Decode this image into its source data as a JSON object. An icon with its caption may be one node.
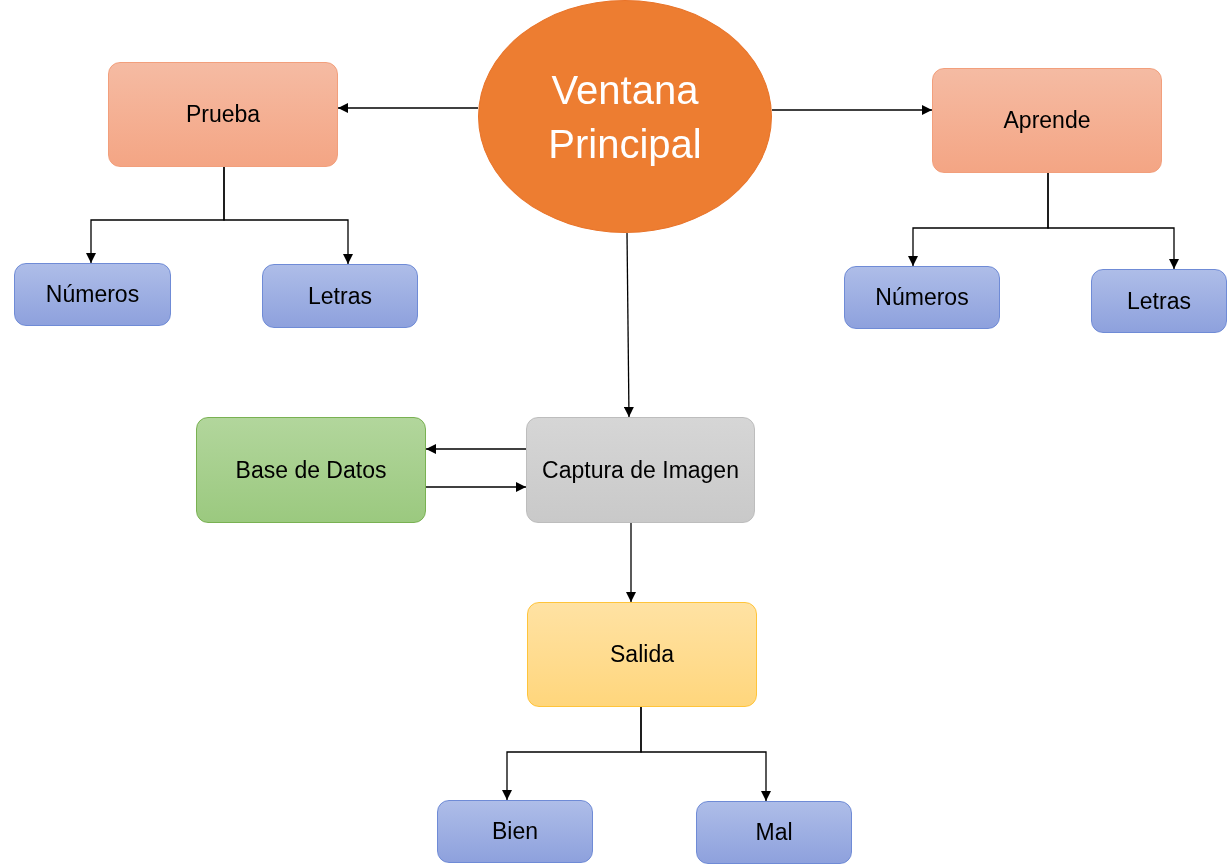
{
  "diagram": {
    "nodes": [
      {
        "text": [
          "Ventana Principal"
        ]
      },
      {
        "text": [
          "Prueba"
        ]
      },
      {
        "text": [
          "Aprende"
        ]
      },
      {
        "text": [
          "Números"
        ]
      },
      {
        "text": [
          "Letras"
        ]
      },
      {
        "text": [
          "Números"
        ]
      },
      {
        "text": [
          "Letras"
        ]
      },
      {
        "text": [
          "Base de Datos"
        ]
      },
      {
        "text": [
          "Captura de Imagen"
        ]
      },
      {
        "text": [
          "Salida"
        ]
      },
      {
        "text": [
          "Bien"
        ]
      },
      {
        "text": [
          "Mal"
        ]
      }
    ],
    "edges": [
      {
        "from": 0,
        "to": 1,
        "arrow": "to"
      },
      {
        "from": 0,
        "to": 2,
        "arrow": "to"
      },
      {
        "from": 0,
        "to": 8,
        "arrow": "to"
      },
      {
        "from": 1,
        "to": 3,
        "arrow": "to"
      },
      {
        "from": 1,
        "to": 4,
        "arrow": "to"
      },
      {
        "from": 2,
        "to": 5,
        "arrow": "to"
      },
      {
        "from": 2,
        "to": 6,
        "arrow": "to"
      },
      {
        "from": 8,
        "to": 7,
        "arrow": "to"
      },
      {
        "from": 7,
        "to": 8,
        "arrow": "to"
      },
      {
        "from": 8,
        "to": 9,
        "arrow": "to"
      },
      {
        "from": 9,
        "to": 10,
        "arrow": "to"
      },
      {
        "from": 9,
        "to": 11,
        "arrow": "to"
      }
    ]
  }
}
